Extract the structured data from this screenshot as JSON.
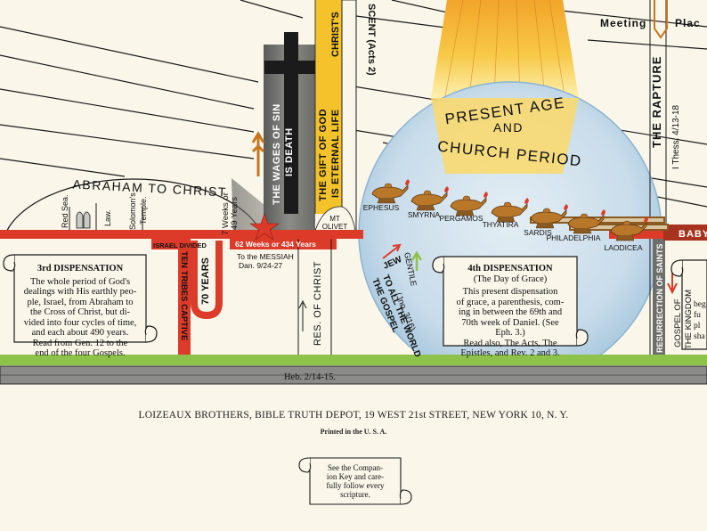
{
  "labels": {
    "ascension_fragment": "SCENT (Acts 2)",
    "meeting": "Meeting",
    "place_fragment": "Plac",
    "christs": "CHRIST'S",
    "present_age": "PRESENT AGE",
    "and": "AND",
    "church_period": "CHURCH PERIOD",
    "rapture": "THE RAPTURE",
    "thess": "I Thess. 4/13-18",
    "wages_of_sin_1": "THE WAGES OF SIN",
    "wages_of_sin_2": "IS DEATH",
    "gift_of_god_1": "THE GIFT OF GOD",
    "gift_of_god_2": "IS ETERNAL LIFE",
    "mt_olivet_1": "MT",
    "mt_olivet_2": "OLIVET",
    "abraham_to_christ": "ABRAHAM TO CHRIST",
    "red_sea": "Red Sea.",
    "law": "Law.",
    "solomons_temple_1": "Solomon's",
    "solomons_temple_2": "Temple.",
    "seventy_years": "70 YEARS",
    "seven_weeks_1": "7 Weeks or",
    "seven_weeks_2": "49 Years",
    "israel_divided": "ISRAEL DIVIDED",
    "ten_tribes": "TEN TRIBES CAPTIVE",
    "sixty_two_weeks": "62 Weeks or 434 Years",
    "to_messiah": "To the MESSIAH",
    "dan_ref": "Dan. 9/24-27",
    "res_of_christ": "RES. OF CHRIST",
    "jew": "JEW",
    "gentile": "GENTILE",
    "gospel_world_1": "THE GOSPEL",
    "gospel_world_2": "TO ALL THE WORLD",
    "gospel_world_3": "(Jno. 3/16)",
    "resurrection_saints": "RESURRECTION OF SAINTS",
    "gospel_kingdom_1": "GOSPEL OF",
    "gospel_kingdom_2": "THE KINGDOM",
    "baby_fragment": "BABY",
    "heb_ref": "Heb. 2/14-15.",
    "right_scroll_frag_1": "beg",
    "right_scroll_frag_2": "fu",
    "right_scroll_frag_3": "pl",
    "right_scroll_frag_4": "sha"
  },
  "churches": [
    "EPHESUS",
    "SMYRNA",
    "PERGAMOS",
    "THYATIRA",
    "SARDIS",
    "PHILADELPHIA",
    "LAODICEA"
  ],
  "scroll3": {
    "title": "3rd DISPENSATION",
    "lines": [
      "The whole period of God's",
      "dealings with His earthly peo-",
      "ple, Israel, from Abraham to",
      "the Cross of Christ, but di-",
      "vided into four cycles of time,",
      "and each about 490 years.",
      "Read from Gen. 12 to the",
      "end of the four Gospels."
    ]
  },
  "scroll4": {
    "title": "4th DISPENSATION",
    "subtitle": "(The Day of Grace)",
    "lines": [
      "This present dispensation",
      "of grace, a parenthesis, com-",
      "ing in between the 69th and",
      "70th week of Daniel. (See",
      "Eph. 3.)",
      "Read also, The Acts, The",
      "Epistles, and Rev. 2 and 3."
    ]
  },
  "footer": {
    "publisher": "LOIZEAUX BROTHERS, BIBLE TRUTH DEPOT,  19 WEST 21st STREET, NEW YORK 10, N. Y.",
    "printed": "Printed in the U. S. A.",
    "note_lines": [
      "See the Compan-",
      "ion Key and care-",
      "fully follow every",
      "scripture."
    ]
  },
  "colors": {
    "paper": "#fbf6ea",
    "red_line": "#dc3b2a",
    "green_band": "#8fc24a",
    "grey_band": "#8a8a88",
    "globe": "#b8d4e6",
    "light_gold": "#fad45a",
    "cross": "#1b1b1b",
    "cross_stone": "#7d7d7a",
    "gift_gold": "#f4c22b"
  }
}
